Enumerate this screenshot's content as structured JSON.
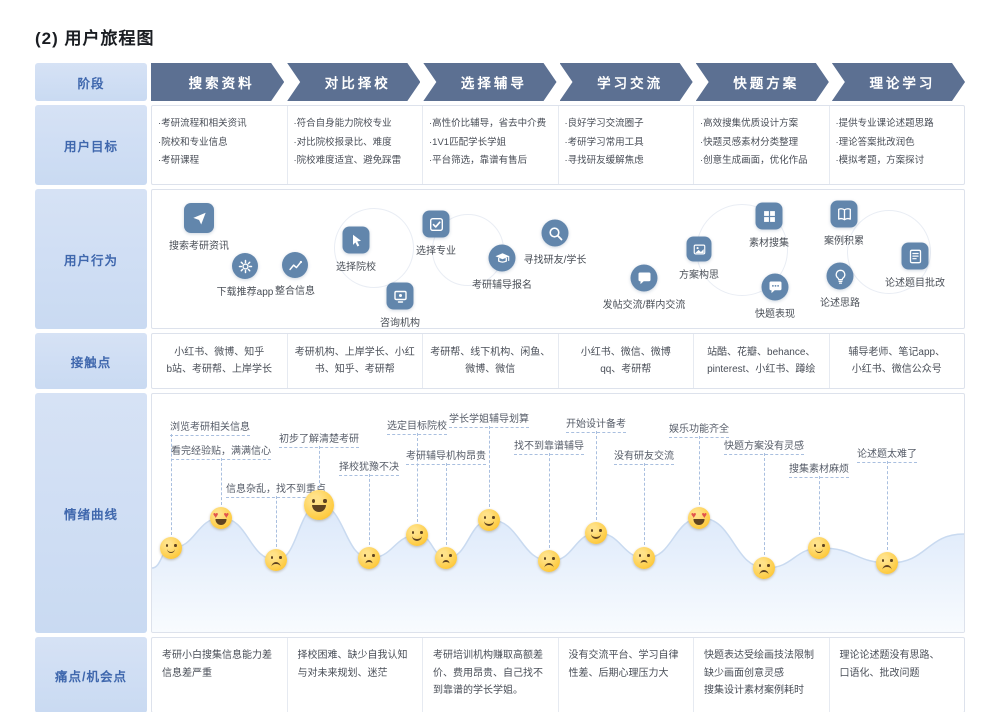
{
  "page": {
    "title": "(2) 用户旅程图"
  },
  "row_labels": {
    "stage": "阶段",
    "goals": "用户目标",
    "behavior": "用户行为",
    "touchpoints": "接触点",
    "emotion": "情绪曲线",
    "pain": "痛点/机会点"
  },
  "stages": [
    "搜索资料",
    "对比择校",
    "选择辅导",
    "学习交流",
    "快题方案",
    "理论学习"
  ],
  "goals": [
    [
      "·考研流程和相关资讯",
      "·院校和专业信息",
      "·考研课程"
    ],
    [
      "·符合自身能力院校专业",
      "·对比院校报录比、难度",
      "·院校难度适宜、避免踩雷"
    ],
    [
      "·高性价比辅导，省去中介费",
      "·1V1匹配学长学姐",
      "·平台筛选，靠谱有售后"
    ],
    [
      "·良好学习交流圈子",
      "·考研学习常用工具",
      "·寻找研友缓解焦虑"
    ],
    [
      "·高效搜集优质设计方案",
      "·快题灵感素材分类整理",
      "·创意生成画面，优化作品"
    ],
    [
      "·提供专业课论述题思路",
      "·理论答案批改润色",
      "·模拟考题，方案探讨"
    ]
  ],
  "behaviors": [
    {
      "icon": "paper-plane-icon",
      "label": "搜索考研资讯"
    },
    {
      "icon": "gear-icon",
      "label": "下载推荐app"
    },
    {
      "icon": "trend-chart-icon",
      "label": "整合信息"
    },
    {
      "icon": "cursor-icon",
      "label": "选择院校"
    },
    {
      "icon": "monitor-icon",
      "label": "咨询机构"
    },
    {
      "icon": "check-square-icon",
      "label": "选择专业"
    },
    {
      "icon": "graduation-cap-icon",
      "label": "考研辅导报名"
    },
    {
      "icon": "search-icon",
      "label": "寻找研友/学长"
    },
    {
      "icon": "chat-icon",
      "label": "发帖交流/群内交流"
    },
    {
      "icon": "image-icon",
      "label": "方案构思"
    },
    {
      "icon": "collection-grid-icon",
      "label": "素材搜集"
    },
    {
      "icon": "chat-dots-icon",
      "label": "快题表现"
    },
    {
      "icon": "book-icon",
      "label": "案例积累"
    },
    {
      "icon": "bulb-icon",
      "label": "论述思路"
    },
    {
      "icon": "document-edit-icon",
      "label": "论述题目批改"
    }
  ],
  "touchpoints": [
    "小红书、微博、知乎\nb站、考研帮、上岸学长",
    "考研机构、上岸学长、小红书、知乎、考研帮",
    "考研帮、线下机构、闲鱼、微博、微信",
    "小红书、微信、微博\nqq、考研帮",
    "站酷、花瓣、behance、pinterest、小红书、蹲绘",
    "辅导老师、笔记app、\n小红书、微信公众号"
  ],
  "emotion": {
    "points": [
      {
        "label": "浏览考研相关信息",
        "emoji": "slight-smile",
        "level": "mid"
      },
      {
        "label": "看完经验贴，满满信心",
        "emoji": "heart-eyes",
        "level": "high"
      },
      {
        "label": "信息杂乱，找不到重点",
        "emoji": "frown",
        "level": "low"
      },
      {
        "label": "初步了解清楚考研",
        "emoji": "big-smile",
        "level": "high"
      },
      {
        "label": "择校犹豫不决",
        "emoji": "worried",
        "level": "low"
      },
      {
        "label": "选定目标院校",
        "emoji": "smile",
        "level": "mid"
      },
      {
        "label": "考研辅导机构昂贵",
        "emoji": "worried",
        "level": "low"
      },
      {
        "label": "学长学姐辅导划算",
        "emoji": "smile",
        "level": "high"
      },
      {
        "label": "找不到靠谱辅导",
        "emoji": "frown",
        "level": "low"
      },
      {
        "label": "开始设计备考",
        "emoji": "smile",
        "level": "high"
      },
      {
        "label": "没有研友交流",
        "emoji": "worried",
        "level": "low"
      },
      {
        "label": "娱乐功能齐全",
        "emoji": "heart-eyes",
        "level": "high"
      },
      {
        "label": "快题方案没有灵感",
        "emoji": "frown",
        "level": "low"
      },
      {
        "label": "搜集素材麻烦",
        "emoji": "slight-smile",
        "level": "mid"
      },
      {
        "label": "论述题太难了",
        "emoji": "frown",
        "level": "low"
      }
    ]
  },
  "pain_points": [
    "考研小白搜集信息能力差\n信息差严重",
    "择校困难、缺少自我认知与对未来规划、迷茫",
    "考研培训机构赚取高额差价、费用昂贵、自己找不到靠谱的学长学姐。",
    "没有交流平台、学习自律性差、后期心理压力大",
    "快题表达受绘画技法限制\n缺少画面创意灵感\n搜集设计素材案例耗时",
    "理论论述题没有思路、\n口语化、批改问题"
  ],
  "colors": {
    "stage_arrow": "#5c7092",
    "label_bg": "#d6e2f5",
    "label_text": "#3f67ad",
    "icon_fill": "#6286ac",
    "dashed_line": "#a9bfdf",
    "emoji_yellow": "#fecb41"
  }
}
